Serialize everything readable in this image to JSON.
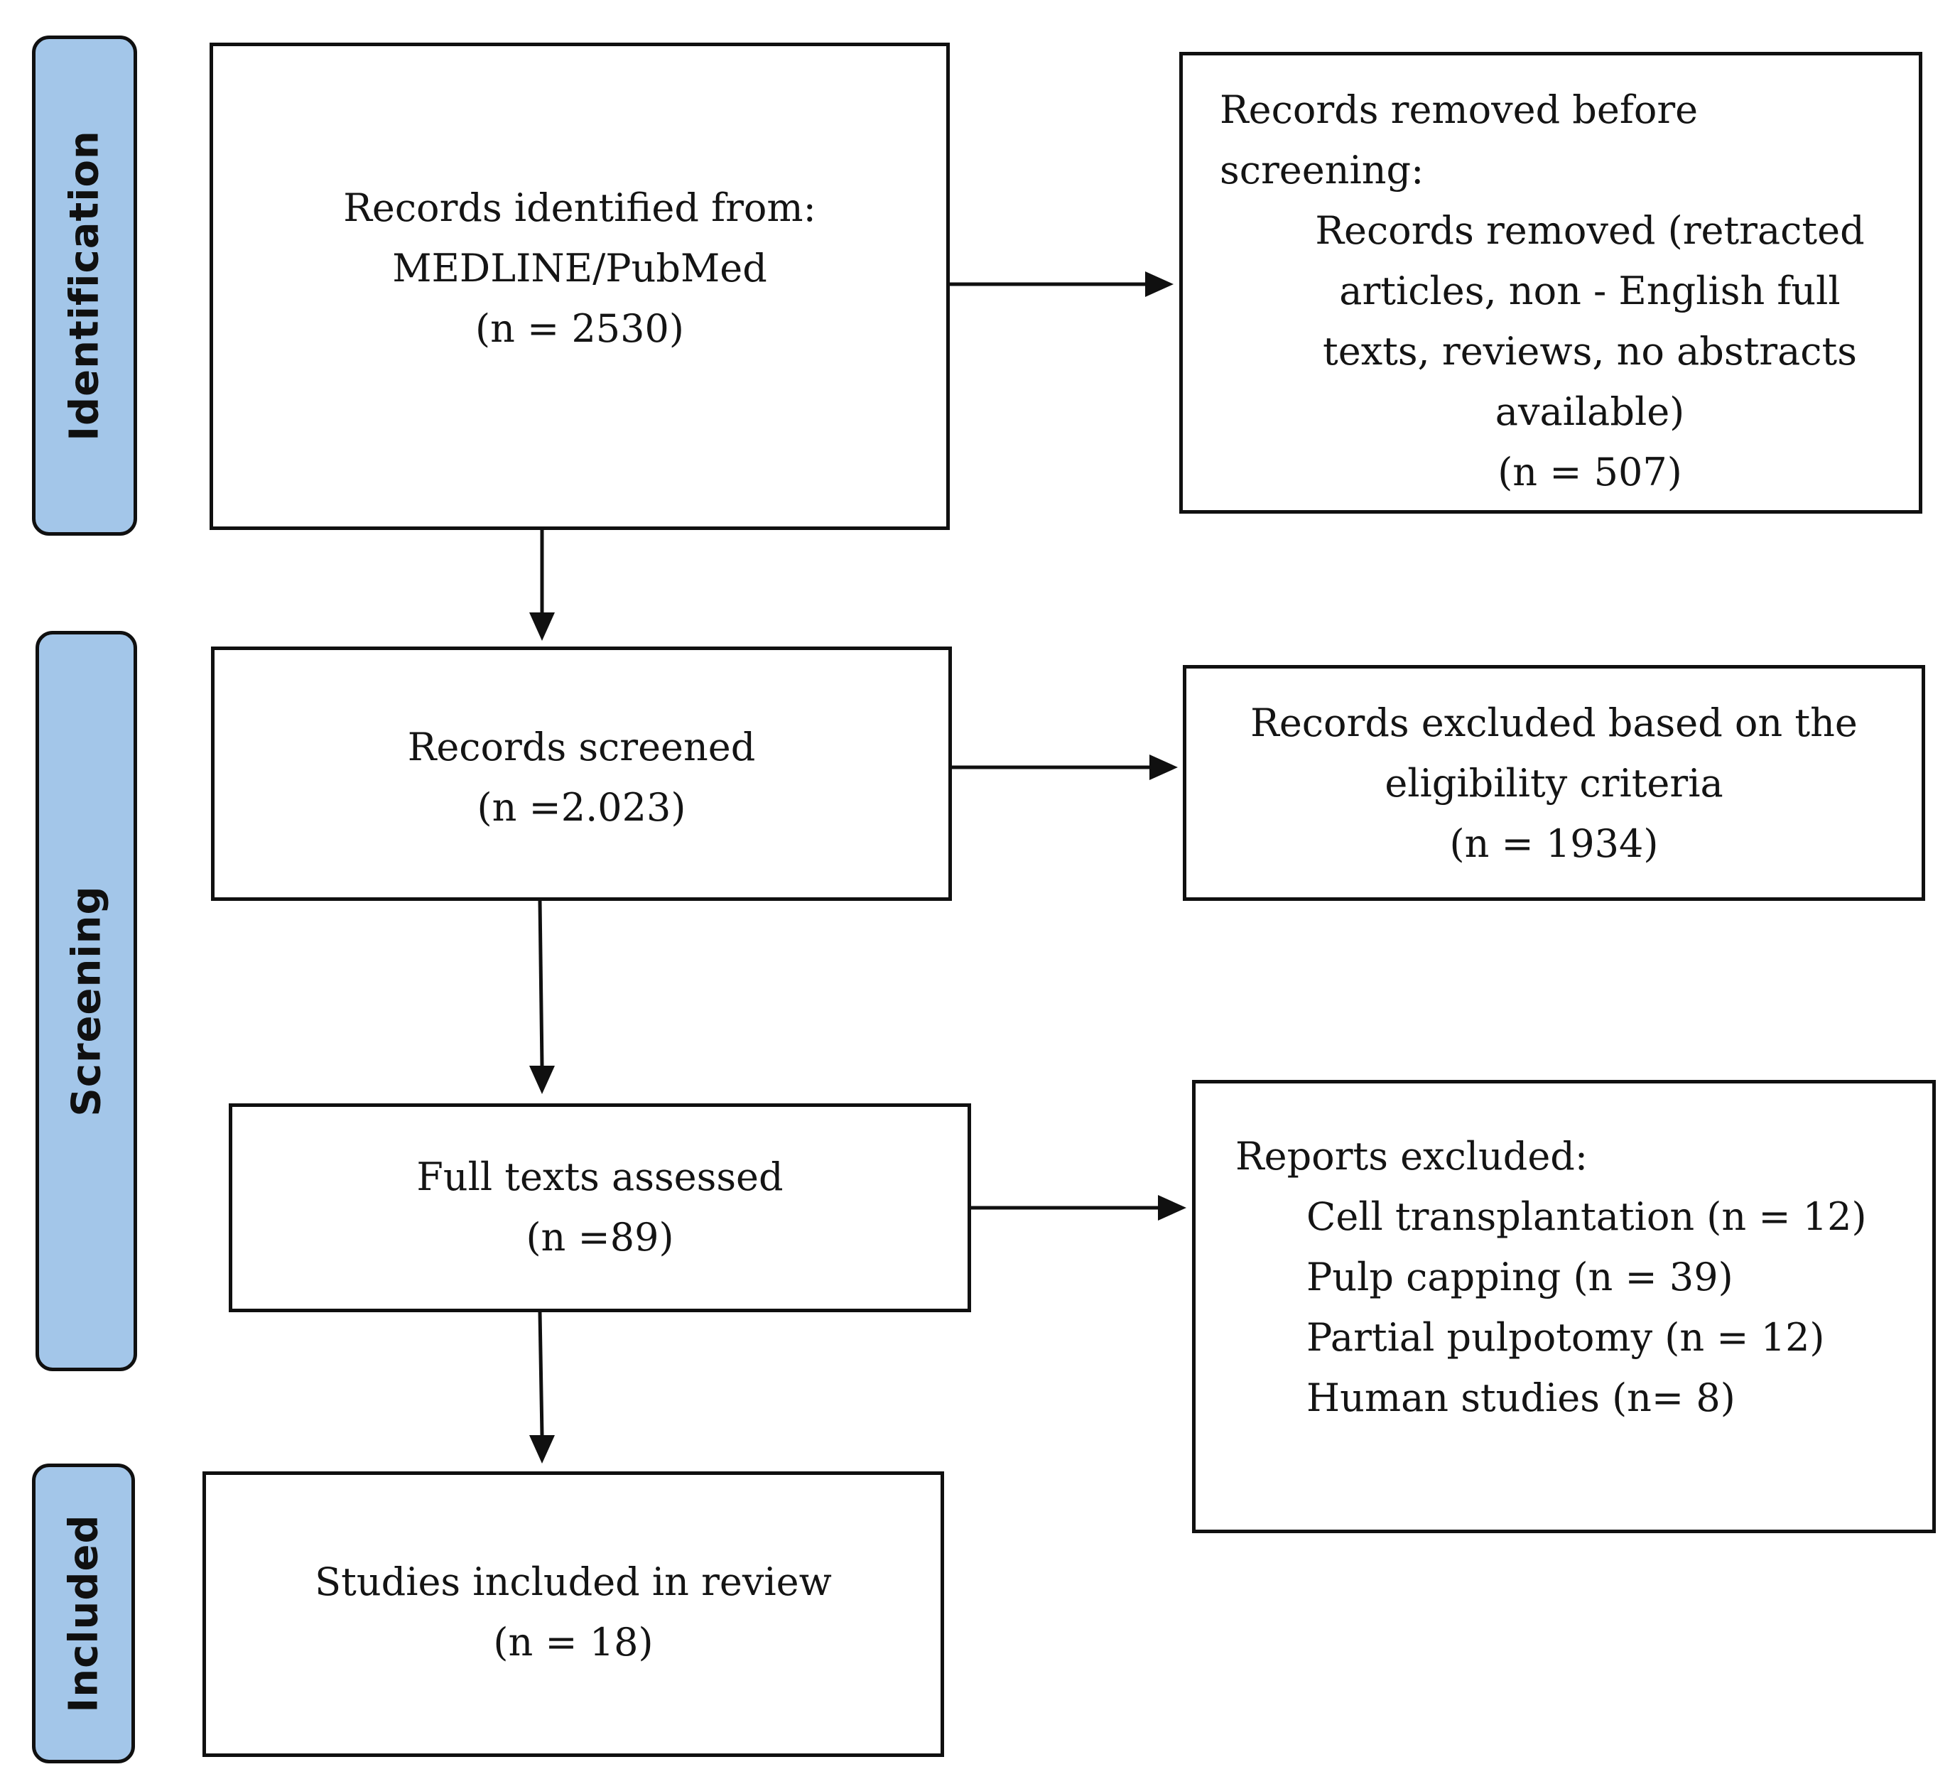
{
  "phases": {
    "identification": "Identification",
    "screening": "Screening",
    "included": "Included"
  },
  "boxes": {
    "identified": [
      "Records identified from:",
      "MEDLINE/PubMed",
      "(n = 2530)"
    ],
    "removed": {
      "heading": [
        "Records removed before",
        "screening:"
      ],
      "detail": [
        "Records removed (retracted",
        "articles, non - English full",
        "texts, reviews, no abstracts",
        "available)",
        "(n = 507)"
      ]
    },
    "screened": [
      "Records screened",
      "(n =2.023)"
    ],
    "excluded": [
      "Records excluded based on the",
      "eligibility criteria",
      "(n = 1934)"
    ],
    "fulltext": [
      "Full texts assessed",
      "(n =89)"
    ],
    "reports": {
      "heading": "Reports excluded:",
      "items": [
        "Cell transplantation (n = 12)",
        "Pulp capping (n = 39)",
        "Partial pulpotomy (n = 12)",
        "Human studies (n= 8)"
      ]
    },
    "included": [
      "Studies included in review",
      "(n = 18)"
    ]
  }
}
